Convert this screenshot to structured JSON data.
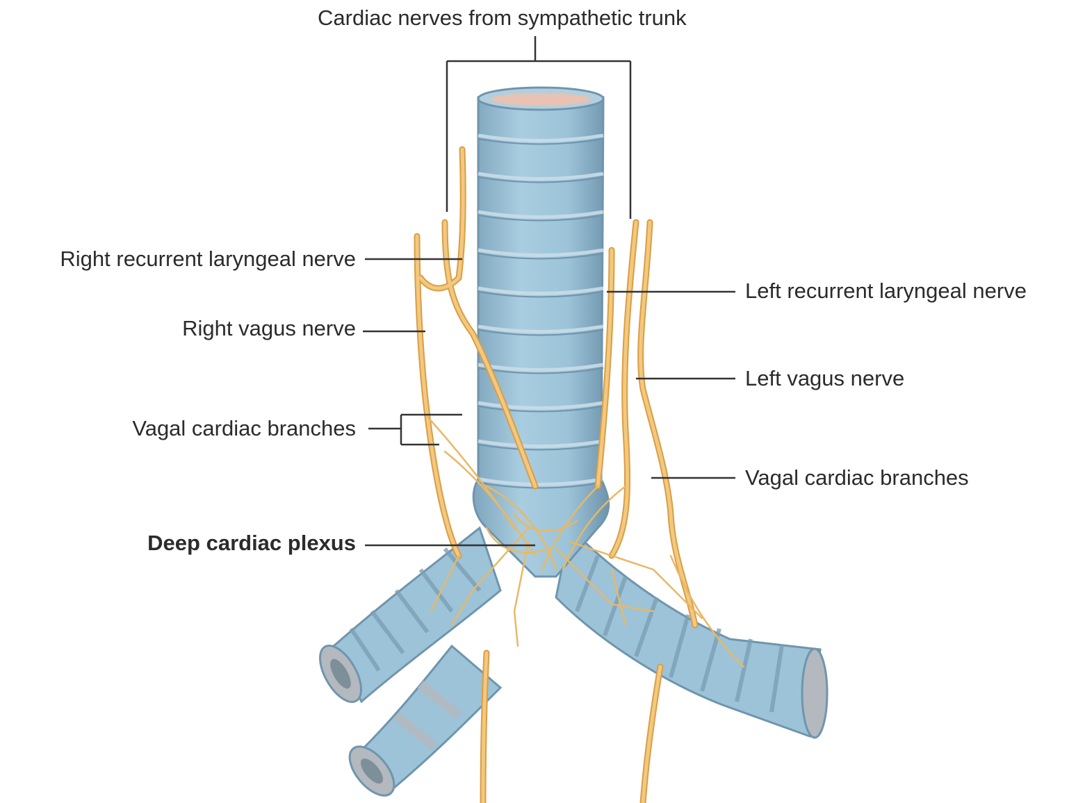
{
  "figure": {
    "labels": {
      "cardiac_nerves_sympathetic": "Cardiac nerves from sympathetic trunk",
      "right_recurrent_laryngeal": "Right recurrent laryngeal nerve",
      "right_vagus": "Right vagus nerve",
      "vagal_cardiac_branches_left_side": "Vagal cardiac branches",
      "deep_cardiac_plexus": "Deep cardiac plexus",
      "left_recurrent_laryngeal": "Left recurrent laryngeal nerve",
      "left_vagus": "Left vagus nerve",
      "vagal_cardiac_branches_right_side": "Vagal cardiac branches"
    },
    "colors": {
      "trachea_blue": "#9cc3d8",
      "trachea_dark": "#6f95ad",
      "trachea_groove": "#c9dde8",
      "cartilage_gray": "#b3b9bf",
      "lumen_pink": "#e8c2b2",
      "nerve_yellow": "#f3c87f",
      "nerve_outline": "#d99e45",
      "leader_line": "#333333"
    }
  }
}
